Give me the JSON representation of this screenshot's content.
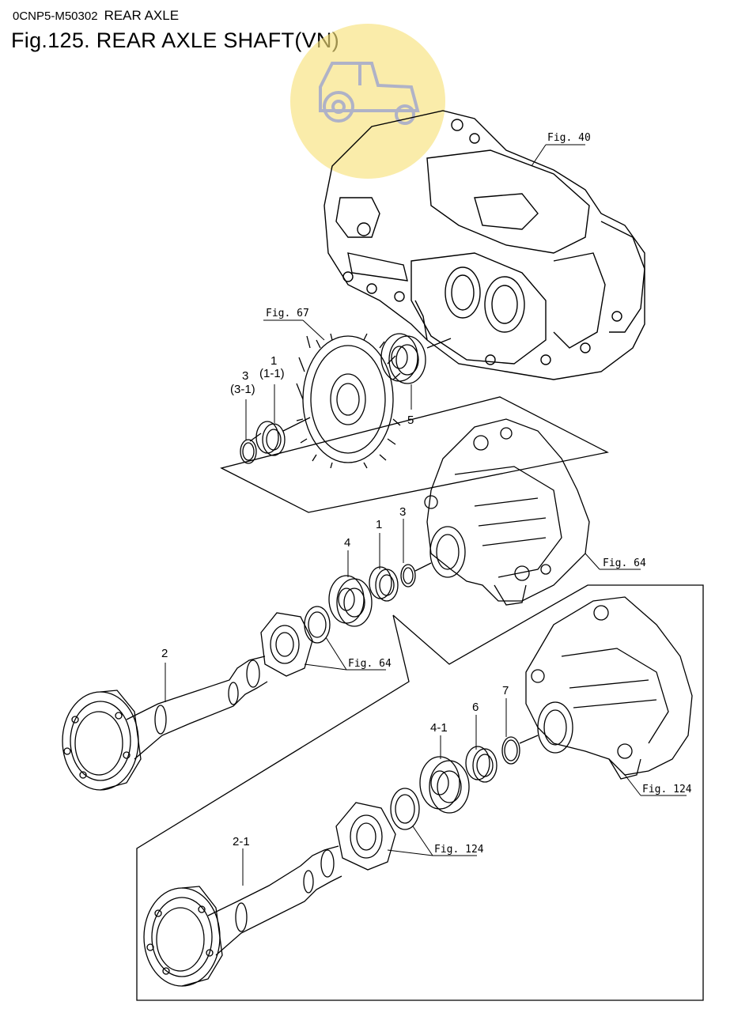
{
  "header": {
    "code": "0CNP5-M50302",
    "section": "REAR AXLE",
    "title": "Fig.125.  REAR AXLE SHAFT(VN)"
  },
  "refs": {
    "fig40": "Fig. 40",
    "fig67": "Fig. 67",
    "fig64_a": "Fig. 64",
    "fig64_b": "Fig. 64",
    "fig124_a": "Fig. 124",
    "fig124_b": "Fig. 124"
  },
  "parts": {
    "p1_top": "1",
    "p1_top_alt": "(1-1)",
    "p3_top": "3",
    "p3_top_alt": "(3-1)",
    "p5": "5",
    "p1": "1",
    "p3": "3",
    "p4": "4",
    "p2": "2",
    "p2_1": "2-1",
    "p4_1": "4-1",
    "p6": "6",
    "p7": "7"
  },
  "colors": {
    "line": "#000000",
    "watermark": "#f7e27a",
    "watermark_icon": "#8c93c6"
  }
}
